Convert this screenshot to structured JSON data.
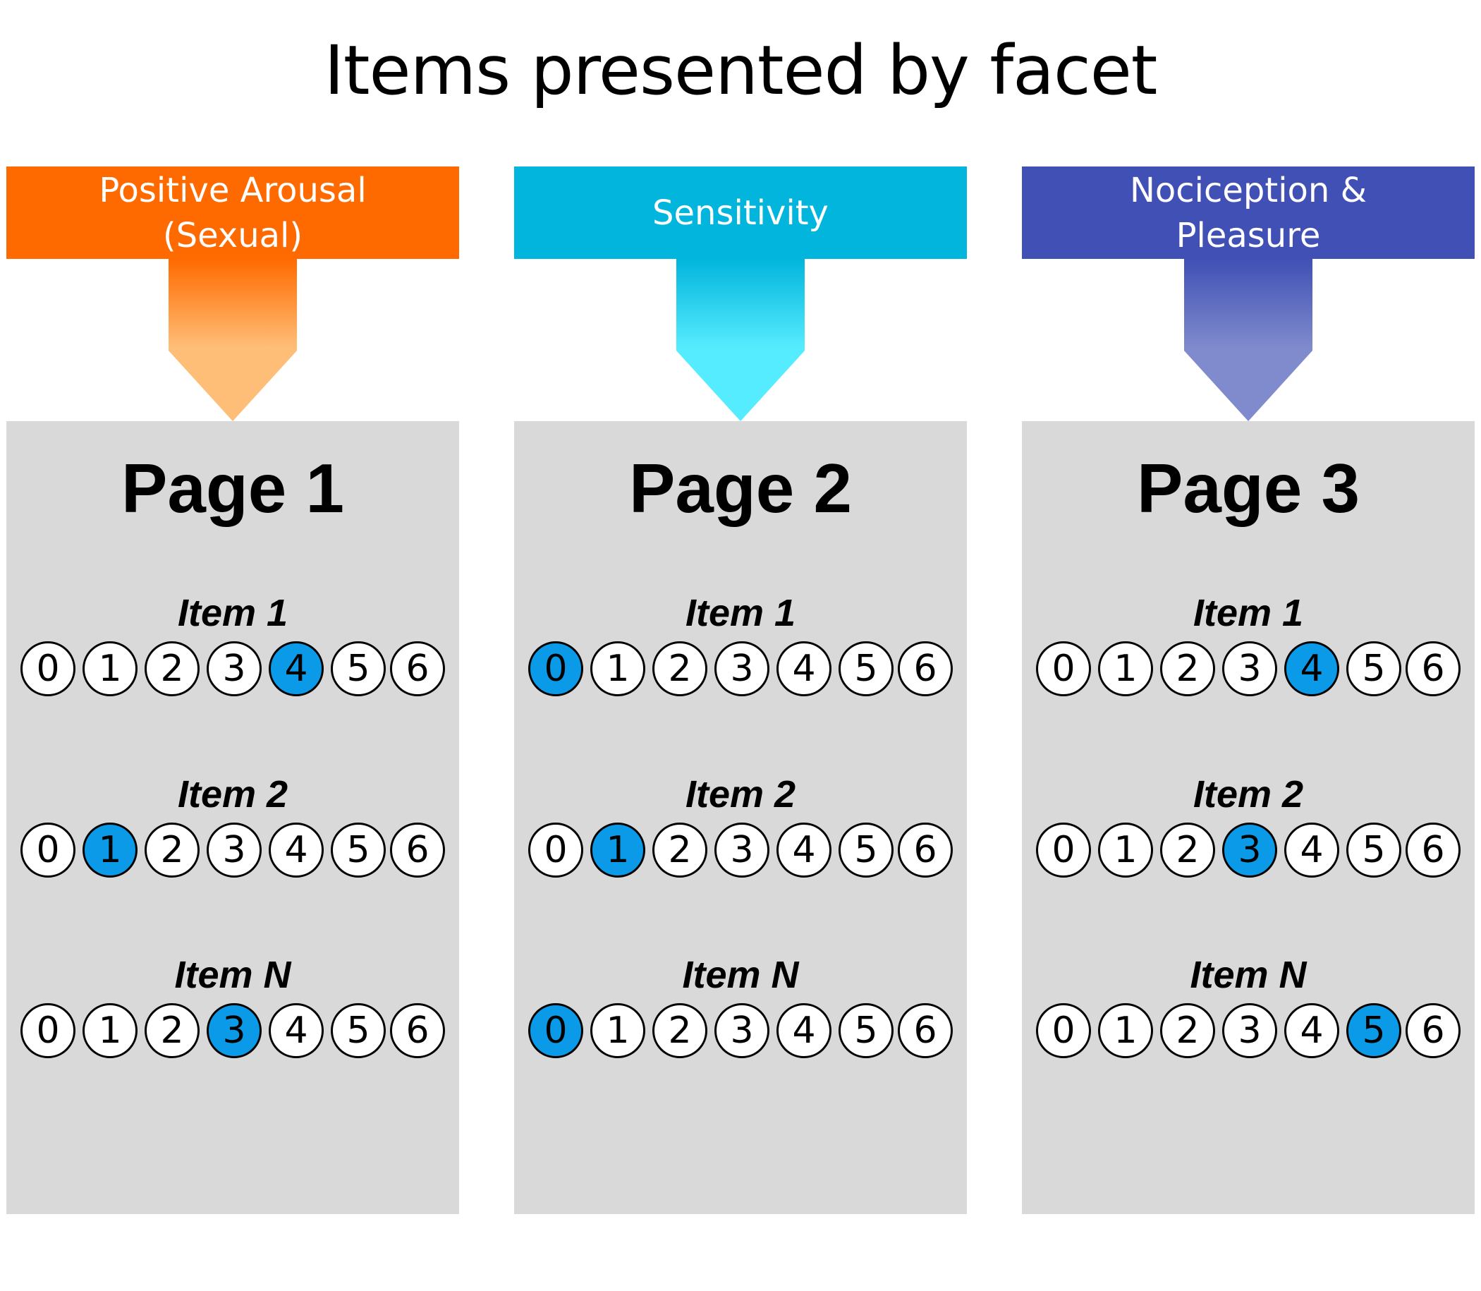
{
  "title": "Items presented by facet",
  "scale_options": [
    "0",
    "1",
    "2",
    "3",
    "4",
    "5",
    "6"
  ],
  "selected_color": "#0a9ae8",
  "columns": [
    {
      "facet": "Positive Arousal\n(Sexual)",
      "color": "#ff6a00",
      "arrow_top_color": "#ff6a00",
      "arrow_bottom_color": "#ffbe78",
      "page": "Page 1",
      "items": [
        {
          "label": "Item 1",
          "selected": 4
        },
        {
          "label": "Item 2",
          "selected": 1
        },
        {
          "label": "Item N",
          "selected": 3
        }
      ]
    },
    {
      "facet": "Sensitivity",
      "color": "#02b5dc",
      "arrow_top_color": "#02b5dc",
      "arrow_bottom_color": "#56ecff",
      "page": "Page 2",
      "items": [
        {
          "label": "Item 1",
          "selected": 0
        },
        {
          "label": "Item 2",
          "selected": 1
        },
        {
          "label": "Item N",
          "selected": 0
        }
      ]
    },
    {
      "facet": "Nociception &\nPleasure",
      "color": "#4050b5",
      "arrow_top_color": "#4050b5",
      "arrow_bottom_color": "#7f8bcc",
      "page": "Page 3",
      "items": [
        {
          "label": "Item 1",
          "selected": 4
        },
        {
          "label": "Item 2",
          "selected": 3
        },
        {
          "label": "Item N",
          "selected": 5
        }
      ]
    }
  ]
}
